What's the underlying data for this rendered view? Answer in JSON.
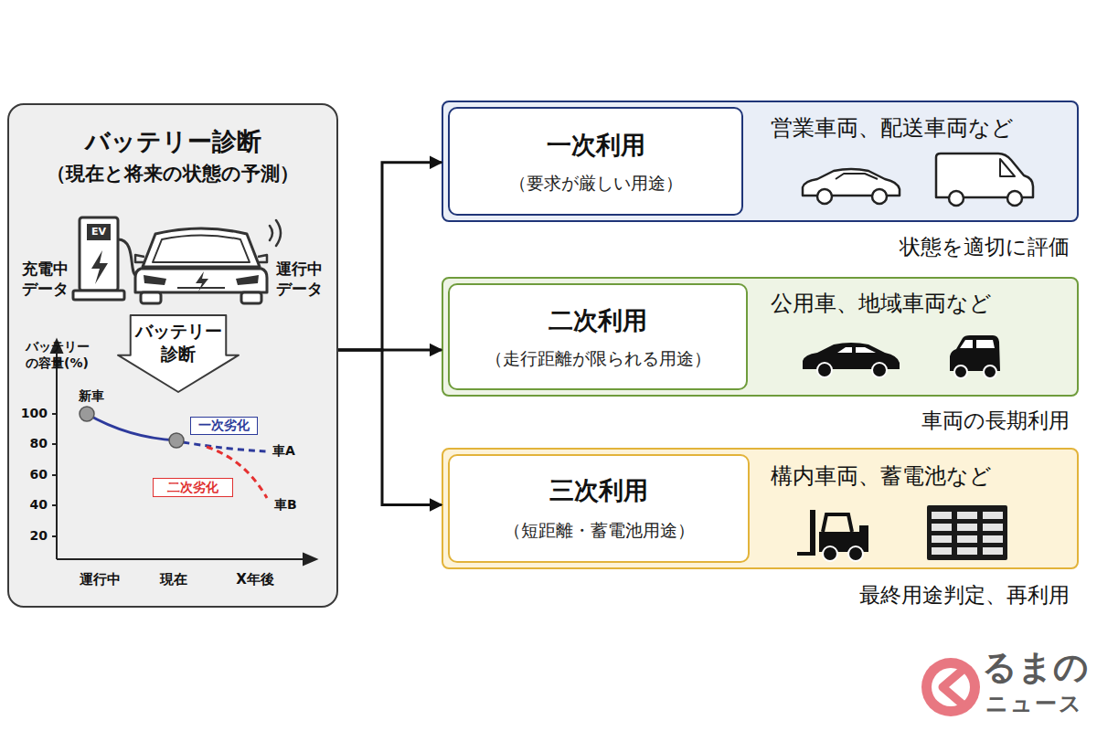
{
  "diagram": {
    "nodes": [
      {
        "text": [
          "バッテリー診断",
          "（現在と将来の状態の予測）"
        ]
      },
      {
        "text": [
          "バッテリー 診断"
        ],
        "in": 0
      },
      {
        "text": [
          "一次劣化"
        ],
        "in": 0
      },
      {
        "text": [
          "二次劣化"
        ],
        "in": 0
      },
      {
        "text": [
          "営業車両、配送車両など",
          "状態を適切に評価"
        ]
      },
      {
        "text": [
          "一次利用",
          "（要求が厳しい用途）"
        ],
        "in": 4
      },
      {
        "text": [
          "公用車、地域車両など",
          "車両の長期利用"
        ]
      },
      {
        "text": [
          "二次利用",
          "（走行距離が限られる用途）"
        ],
        "in": 6
      },
      {
        "text": [
          "構内車両、蓄電池など",
          "最終用途判定、再利用"
        ]
      },
      {
        "text": [
          "三次利用",
          "（短距離・蓄電池用途）"
        ],
        "in": 8
      }
    ],
    "edges": [
      {
        "from": 0,
        "to": 4,
        "arrow": "to"
      },
      {
        "from": 0,
        "to": 6,
        "arrow": "to"
      },
      {
        "from": 0,
        "to": 8,
        "arrow": "to"
      }
    ],
    "labels": [
      "EV",
      "充電中 データ",
      "運行中 データ",
      "バッテリー の容量(%)",
      "100",
      "80",
      "60",
      "40",
      "20",
      "新車",
      "車A",
      "車B",
      "運行中",
      "現在",
      "X年後",
      "るまの",
      "ニュース"
    ]
  }
}
